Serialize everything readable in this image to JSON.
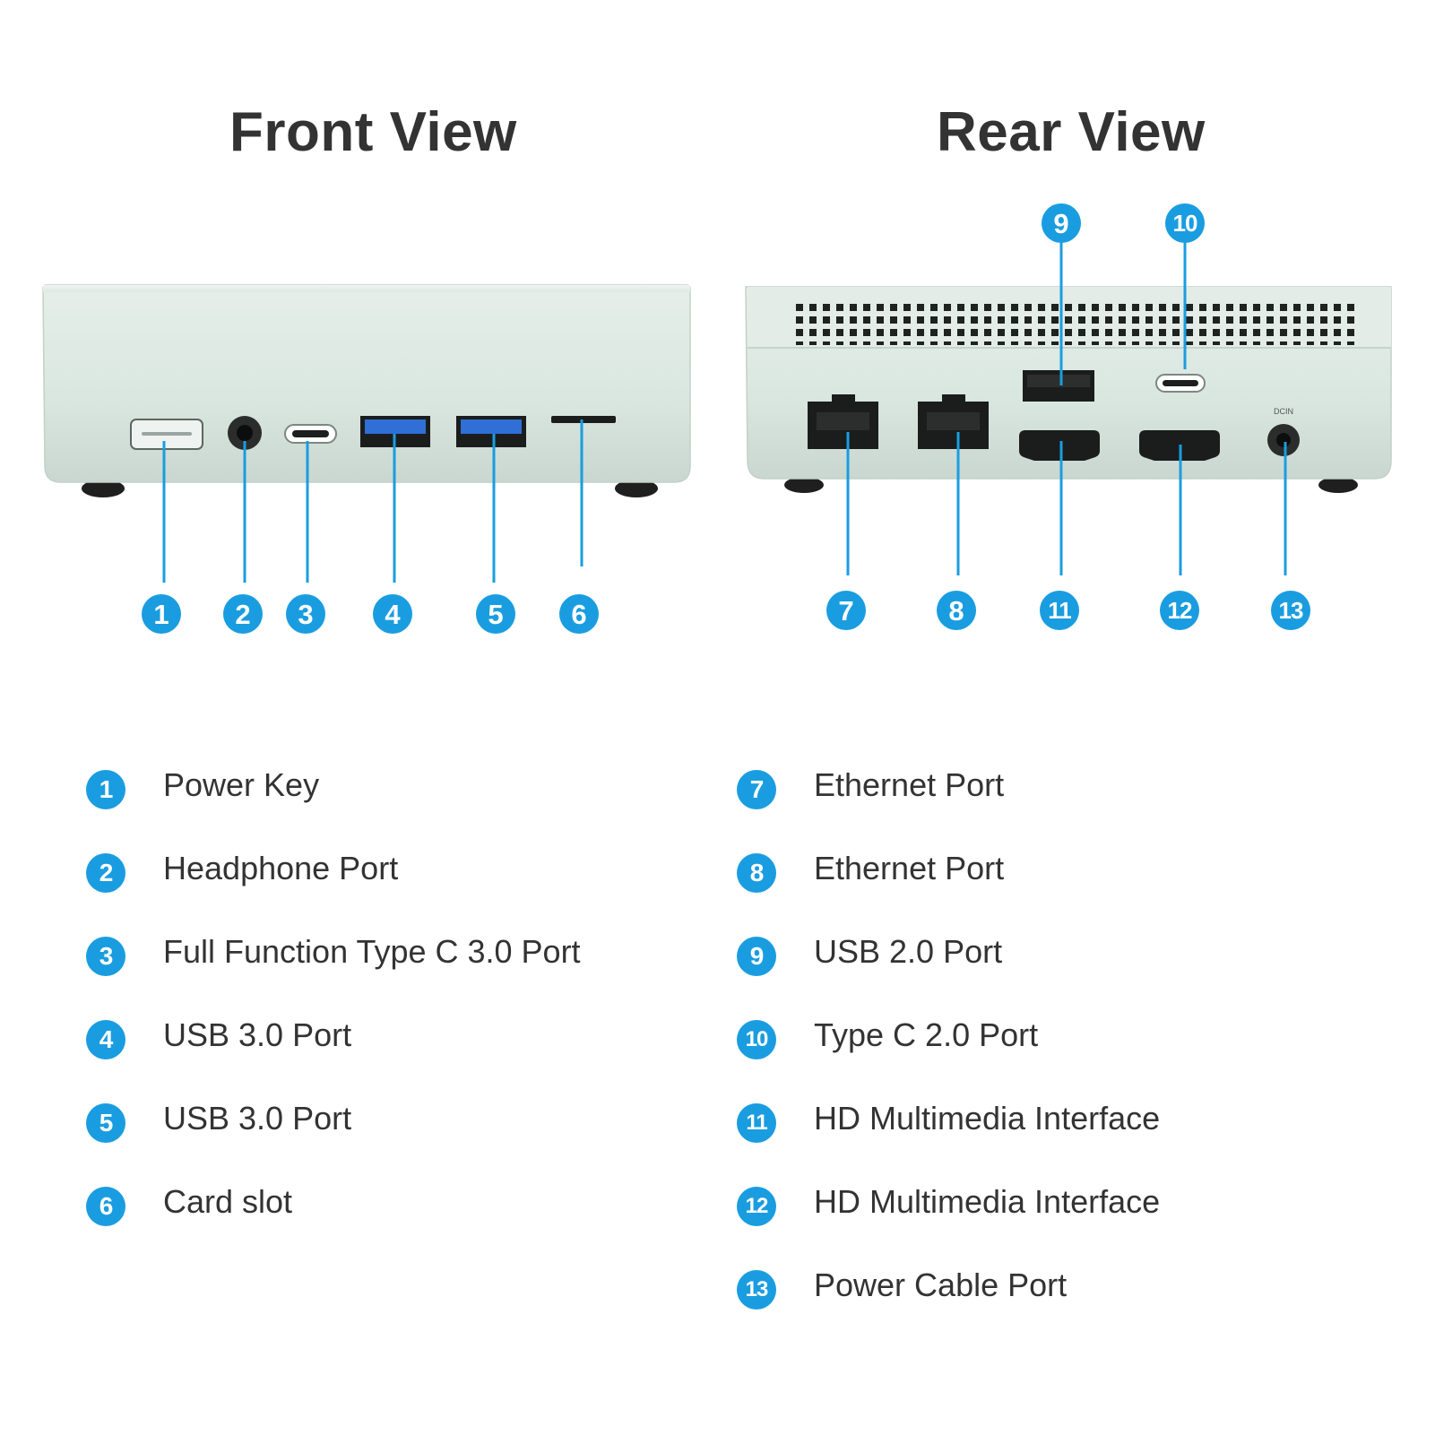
{
  "front": {
    "title": "Front View",
    "callouts": [
      "1",
      "2",
      "3",
      "4",
      "5",
      "6"
    ],
    "items": [
      {
        "number": "1",
        "label": "Power Key"
      },
      {
        "number": "2",
        "label": "Headphone Port"
      },
      {
        "number": "3",
        "label": "Full Function Type C 3.0 Port"
      },
      {
        "number": "4",
        "label": "USB 3.0 Port"
      },
      {
        "number": "5",
        "label": "USB 3.0 Port"
      },
      {
        "number": "6",
        "label": "Card slot"
      }
    ]
  },
  "rear": {
    "title": "Rear View",
    "callouts": [
      "7",
      "8",
      "9",
      "10",
      "11",
      "12",
      "13"
    ],
    "port_marking": "DCIN",
    "items": [
      {
        "number": "7",
        "label": "Ethernet Port"
      },
      {
        "number": "8",
        "label": "Ethernet Port"
      },
      {
        "number": "9",
        "label": "USB 2.0 Port"
      },
      {
        "number": "10",
        "label": "Type C 2.0 Port"
      },
      {
        "number": "11",
        "label": "HD Multimedia Interface"
      },
      {
        "number": "12",
        "label": "HD Multimedia Interface"
      },
      {
        "number": "13",
        "label": "Power Cable Port"
      }
    ]
  },
  "colors": {
    "accent": "#1a9de0",
    "device_body": "#dbe8e2",
    "usb3_blue": "#2f6fd6",
    "text": "#333333"
  }
}
